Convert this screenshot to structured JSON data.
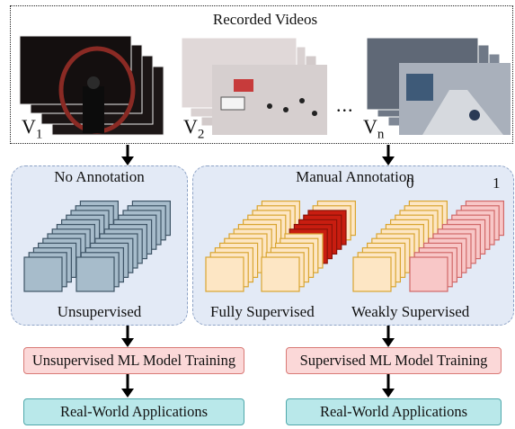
{
  "header": {
    "title": "Recorded Videos"
  },
  "videos": [
    {
      "label": "V",
      "subscript": "1"
    },
    {
      "label": "V",
      "subscript": "2"
    },
    {
      "label": "V",
      "subscript": "n"
    }
  ],
  "ellipsis": "...",
  "left_panel": {
    "title": "No Annotation",
    "caption": "Unsupervised"
  },
  "right_panel": {
    "title": "Manual Annotation",
    "caption_fully": "Fully Supervised",
    "caption_weakly": "Weakly Supervised",
    "label_zero": "0",
    "label_one": "1"
  },
  "training": {
    "unsupervised": "Unsupervised ML Model Training",
    "supervised": "Supervised ML Model Training"
  },
  "applications": {
    "left": "Real-World Applications",
    "right": "Real-World Applications"
  },
  "colors": {
    "panel_bg": "#e3eaf6",
    "unsup_frame": "#a7bccb",
    "fully_frame": "#fde6c4",
    "highlight_frame": "#c81d10",
    "weak_neg_frame": "#fde6c4",
    "weak_pos_frame": "#f8c7c7",
    "training_bg": "#fbd8d8",
    "app_bg": "#b9e8ea"
  }
}
